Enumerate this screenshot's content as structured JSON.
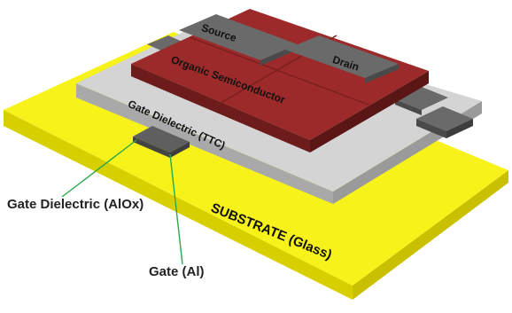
{
  "labels": {
    "source": "Source",
    "drain": "Drain",
    "organic_semiconductor": "Organic Semiconductor",
    "gate_dielectric_ttc": "Gate Dielectric (TTC)",
    "gate_dielectric_alox": "Gate Dielectric (AlOx)",
    "gate_al": "Gate (Al)",
    "substrate": "SUBSTRATE (Glass)"
  },
  "colors": {
    "substrate_top": "#f7f21a",
    "substrate_side": "#d8cf00",
    "dielectric_top": "#d4d4d4",
    "dielectric_side": "#a9a9a9",
    "semiconductor_top": "#9c2a2a",
    "semiconductor_side": "#6e1b1b",
    "electrode": "#6a6a6a",
    "electrode_side": "#4a4a4a",
    "leader_line": "#2aa84a"
  }
}
